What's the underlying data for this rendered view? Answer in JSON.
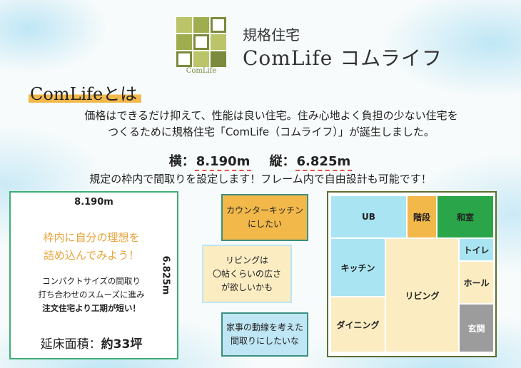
{
  "header": {
    "logo_caption": "ComLife",
    "sub_title": "規格住宅",
    "main_title": "ComLife コムライフ"
  },
  "intro": {
    "heading": "ComLifeとは",
    "desc_line1": "価格はできるだけ抑えて、性能は良い住宅。住み心地よく負担の少ない住宅を",
    "desc_line2": "つくるために規格住宅「ComLife（コムライフ）」が誕生しました。"
  },
  "dimensions": {
    "width_label": "横：",
    "width_value": "8.190m",
    "height_label": "縦：",
    "height_value": "6.825m",
    "rule_text": "規定の枠内で間取りを設定します！フレーム内で自由設計も可能です！"
  },
  "frame_box": {
    "width_text": "8.190m",
    "height_text": "6.825m",
    "catch_line1": "枠内に自分の理想を",
    "catch_line2": "詰め込んでみよう！",
    "note_line1": "コンパクトサイズの間取り",
    "note_line2": "打ち合わせのスムーズに進み",
    "note_line3": "注文住宅より工期が短い！",
    "area_label": "延床面積：",
    "area_value": "約33坪"
  },
  "wishes": [
    {
      "line1": "カウンターキッチン",
      "line2": "にしたい"
    },
    {
      "line1": "リビングは",
      "line2": "〇帖くらいの広さ",
      "line3": "が欲しいかも"
    },
    {
      "line1": "家事の動線を考えた",
      "line2": "間取りにしたいな"
    }
  ],
  "plan_rooms": {
    "ub": "UB",
    "kaidan": "階段",
    "washitsu": "和室",
    "kitchen": "キッチン",
    "living": "リビング",
    "toilet": "トイレ",
    "hall": "ホール",
    "dining": "ダイニング",
    "genkan": "玄関"
  },
  "colors": {
    "accent_orange": "#f2b84a",
    "accent_green": "#3fae74",
    "logo_olive": "#7b8a3c",
    "light_blue": "#a9e4f2",
    "cream": "#fbecc2",
    "dim_underline": "#e7524e"
  }
}
